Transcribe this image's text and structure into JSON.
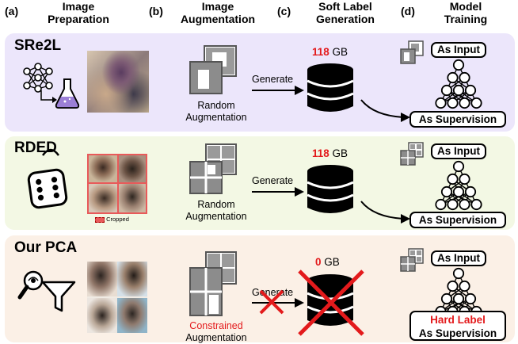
{
  "headers": [
    {
      "tag": "(a)",
      "title_line1": "Image",
      "title_line2": "Preparation"
    },
    {
      "tag": "(b)",
      "title_line1": "Image",
      "title_line2": "Augmentation"
    },
    {
      "tag": "(c)",
      "title_line1": "Soft Label",
      "title_line2": "Generation"
    },
    {
      "tag": "(d)",
      "title_line1": "Model",
      "title_line2": "Training"
    }
  ],
  "rows": [
    {
      "title": "SRe2L",
      "aug_label_line1": "Random",
      "aug_label_line2": "Augmentation",
      "arrow_label": "Generate",
      "storage_value": "118",
      "storage_unit": "GB",
      "input_label": "As Input",
      "supervision_label": "As Supervision",
      "background": "#ece6fb"
    },
    {
      "title": "RDED",
      "aug_label_line1": "Random",
      "aug_label_line2": "Augmentation",
      "cropped_label": "Cropped",
      "arrow_label": "Generate",
      "storage_value": "118",
      "storage_unit": "GB",
      "input_label": "As Input",
      "supervision_label": "As Supervision",
      "background": "#f3f8e4"
    },
    {
      "title": "Our PCA",
      "aug_label_line1": "Constrained",
      "aug_label_line2": "Augmentation",
      "arrow_label": "Generate",
      "storage_value": "0",
      "storage_unit": "GB",
      "input_label": "As Input",
      "hard_label": "Hard Label",
      "supervision_label": "As Supervision",
      "background": "#fbf0e6"
    }
  ],
  "colors": {
    "highlight_red": "#e31a1c",
    "icon_gray": "#8c8c8c",
    "potion_purple": "#9b7fd6"
  },
  "icons": [
    "neural-network-icon",
    "flask-icon",
    "dice-icon",
    "magnifier-icon",
    "funnel-icon",
    "database-icon",
    "cross-out-icon"
  ]
}
